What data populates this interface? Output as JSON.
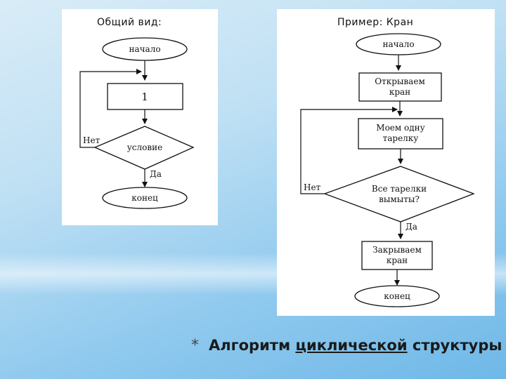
{
  "left": {
    "title": "Общий вид:",
    "start": "начало",
    "process": "1",
    "condition": "условие",
    "no": "Нет",
    "yes": "Да",
    "end": "конец"
  },
  "right": {
    "title": "Пример: Кран",
    "start": "начало",
    "step1_line1": "Открываем",
    "step1_line2": "кран",
    "step2_line1": "Моем одну",
    "step2_line2": "тарелку",
    "condition_line1": "Все тарелки",
    "condition_line2": "вымыты?",
    "no": "Нет",
    "yes": "Да",
    "step3_line1": "Закрываем",
    "step3_line2": "кран",
    "end": "конец"
  },
  "caption": {
    "star": "*",
    "word1": "Алгоритм",
    "word2": "циклической",
    "word3": "структуры"
  }
}
